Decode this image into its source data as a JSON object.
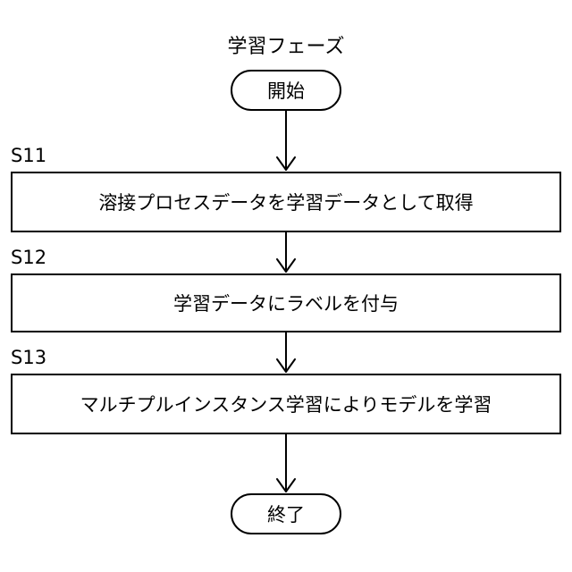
{
  "title": "学習フェーズ",
  "start_label": "開始",
  "end_label": "終了",
  "steps": [
    {
      "id": "S11",
      "text": "溶接プロセスデータを学習データとして取得"
    },
    {
      "id": "S12",
      "text": "学習データにラベルを付与"
    },
    {
      "id": "S13",
      "text": "マルチプルインスタンス学習によりモデルを学習"
    }
  ]
}
